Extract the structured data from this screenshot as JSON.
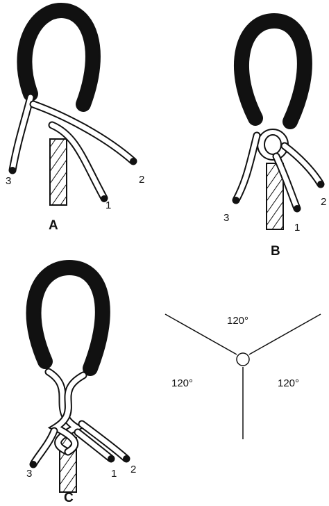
{
  "figure": {
    "panels": [
      {
        "caption": "A",
        "strand_labels": [
          "1",
          "2",
          "3"
        ]
      },
      {
        "caption": "B",
        "strand_labels": [
          "1",
          "2",
          "3"
        ]
      },
      {
        "caption": "C",
        "strand_labels": [
          "1",
          "2",
          "3"
        ]
      }
    ],
    "angle_diagram": {
      "angles": [
        "120°",
        "120°",
        "120°"
      ]
    }
  }
}
